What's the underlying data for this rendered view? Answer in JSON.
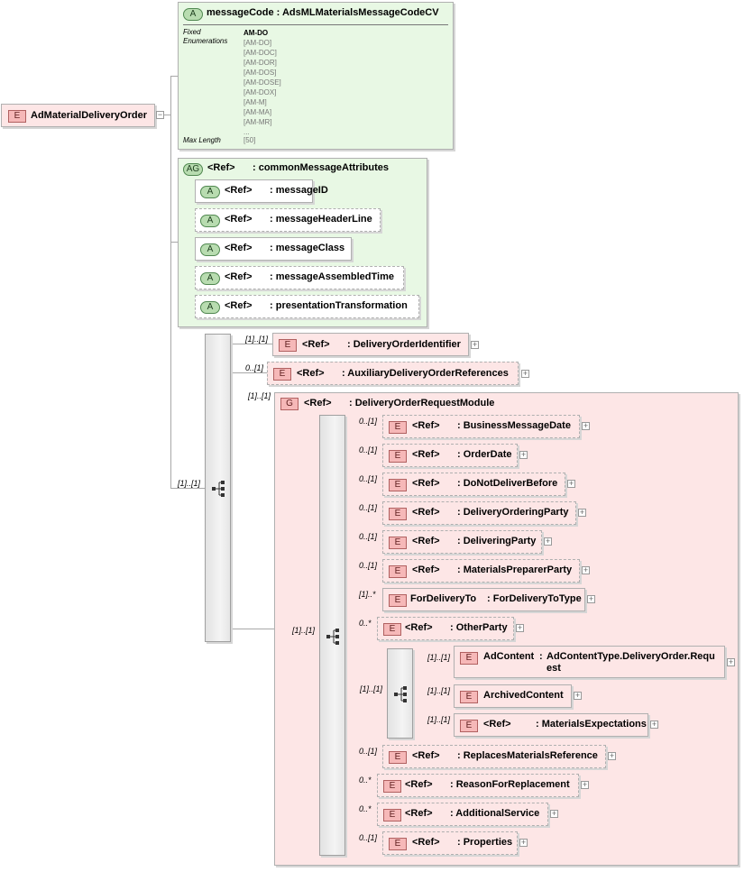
{
  "root": {
    "badge": "E",
    "name": "AdMaterialDeliveryOrder"
  },
  "message_code": {
    "badge": "A",
    "title": "messageCode : AdsMLMaterialsMessageCodeCV",
    "fixed_label_1": "Fixed",
    "fixed_label_2": "Enumerations",
    "enum_values": [
      "AM-DO",
      "[AM-DO]",
      "[AM-DOC]",
      "[AM-DOR]",
      "[AM-DOS]",
      "[AM-DOSE]",
      "[AM-DOX]",
      "[AM-M]",
      "[AM-MA]",
      "[AM-MR]",
      "..."
    ],
    "max_length_label": "Max Length",
    "max_length_value": "[50]"
  },
  "common_attrs": {
    "badge": "AG",
    "ref": "<Ref>",
    "name": ": commonMessageAttributes",
    "attributes": [
      {
        "badge": "A",
        "ref": "<Ref>",
        "name": ": messageID"
      },
      {
        "badge": "A",
        "ref": "<Ref>",
        "name": ": messageHeaderLine"
      },
      {
        "badge": "A",
        "ref": "<Ref>",
        "name": ": messageClass"
      },
      {
        "badge": "A",
        "ref": "<Ref>",
        "name": ": messageAssembledTime"
      },
      {
        "badge": "A",
        "ref": "<Ref>",
        "name": ": presentationTransformation"
      }
    ]
  },
  "outer_sequence_mult": "[1]..[1]",
  "top_elements": [
    {
      "badge": "E",
      "mult": "[1]..[1]",
      "ref": "<Ref>",
      "name": ": DeliveryOrderIdentifier",
      "plus": "+"
    },
    {
      "badge": "E",
      "mult": "0..[1]",
      "ref": "<Ref>",
      "name": ": AuxiliaryDeliveryOrderReferences",
      "plus": "+"
    }
  ],
  "group": {
    "badge": "G",
    "mult": "[1]..[1]",
    "ref": "<Ref>",
    "name": ": DeliveryOrderRequestModule",
    "inner_sequence_mult": "[1]..[1]",
    "elements": [
      {
        "badge": "E",
        "mult": "0..[1]",
        "ref": "<Ref>",
        "name": ": BusinessMessageDate",
        "plus": "+"
      },
      {
        "badge": "E",
        "mult": "0..[1]",
        "ref": "<Ref>",
        "name": ": OrderDate",
        "plus": "+"
      },
      {
        "badge": "E",
        "mult": "0..[1]",
        "ref": "<Ref>",
        "name": ": DoNotDeliverBefore",
        "plus": "+"
      },
      {
        "badge": "E",
        "mult": "0..[1]",
        "ref": "<Ref>",
        "name": ": DeliveryOrderingParty",
        "plus": "+"
      },
      {
        "badge": "E",
        "mult": "0..[1]",
        "ref": "<Ref>",
        "name": ": DeliveringParty",
        "plus": "+"
      },
      {
        "badge": "E",
        "mult": "0..[1]",
        "ref": "<Ref>",
        "name": ": MaterialsPreparerParty",
        "plus": "+"
      },
      {
        "badge": "E",
        "mult": "[1]..*",
        "ref": "ForDeliveryTo",
        "name": ": ForDeliveryToType",
        "plus": "+"
      },
      {
        "badge": "E",
        "mult": "0..*",
        "ref": "<Ref>",
        "name": ": OtherParty",
        "plus": "+"
      }
    ],
    "choice_mult": "[1]..[1]",
    "choice": [
      {
        "badge": "E",
        "mult": "[1]..[1]",
        "ref": "AdContent",
        "name": ": AdContentType.DeliveryOrder.Request",
        "name_line1": "AdContentType.DeliveryOrder.Requ",
        "name_line2": "est",
        "plus": "+"
      },
      {
        "badge": "E",
        "mult": "[1]..[1]",
        "ref": "ArchivedContent",
        "name": "",
        "plus": "+"
      },
      {
        "badge": "E",
        "mult": "[1]..[1]",
        "ref": "<Ref>",
        "name": ": MaterialsExpectations",
        "plus": "+"
      }
    ],
    "elements_after": [
      {
        "badge": "E",
        "mult": "0..[1]",
        "ref": "<Ref>",
        "name": ": ReplacesMaterialsReference",
        "plus": "+"
      },
      {
        "badge": "E",
        "mult": "0..*",
        "ref": "<Ref>",
        "name": ": ReasonForReplacement",
        "plus": "+"
      },
      {
        "badge": "E",
        "mult": "0..*",
        "ref": "<Ref>",
        "name": ": AdditionalService",
        "plus": "+"
      },
      {
        "badge": "E",
        "mult": "0..[1]",
        "ref": "<Ref>",
        "name": ": Properties",
        "plus": "+"
      }
    ]
  },
  "collapse_symbol": "−"
}
